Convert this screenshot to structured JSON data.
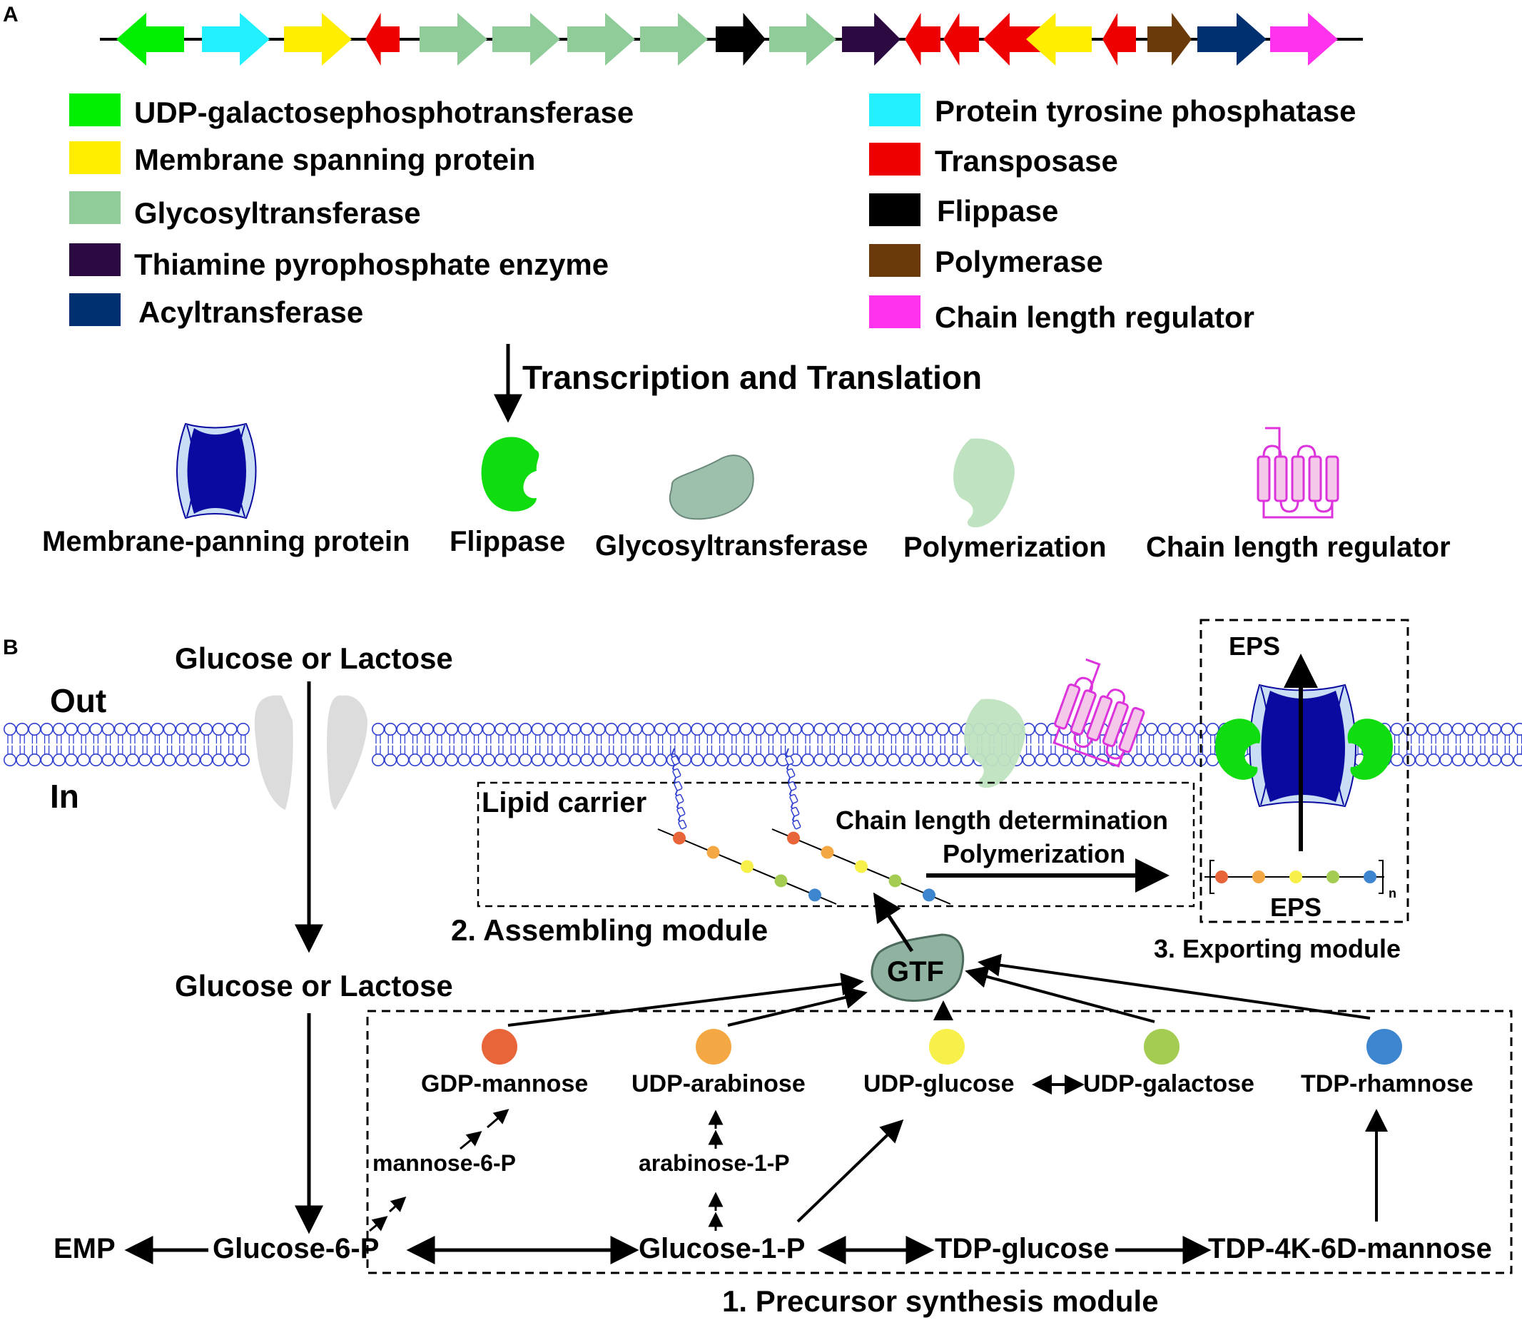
{
  "panel_a": {
    "label": "A",
    "gene_cluster": [
      "green",
      "cyan",
      "yellow",
      "red",
      "lightgreen",
      "lightgreen",
      "lightgreen",
      "lightgreen",
      "black",
      "lightgreen",
      "purple",
      "red",
      "red",
      "red",
      "yellow",
      "red",
      "brown",
      "navy",
      "magenta"
    ],
    "legend_left": [
      {
        "label": "UDP-galactosephosphotransferase",
        "color": "#00ee00"
      },
      {
        "label": "Membrane spanning protein",
        "color": "#ffee00"
      },
      {
        "label": "Glycosyltransferase",
        "color": "#8fcc9a"
      },
      {
        "label": "Thiamine pyrophosphate enzyme",
        "color": "#2a0a40"
      },
      {
        "label": "Acyltransferase",
        "color": "#003070"
      }
    ],
    "legend_right": [
      {
        "label": "Protein tyrosine phosphatase",
        "color": "#22f0ff"
      },
      {
        "label": "Transposase",
        "color": "#ee0000"
      },
      {
        "label": "Flippase",
        "color": "#000000"
      },
      {
        "label": "Polymerase",
        "color": "#6a3a0a"
      },
      {
        "label": "Chain length regulator",
        "color": "#ff33ee"
      }
    ],
    "arrow_label": "Transcription and Translation",
    "proteins": [
      "Membrane-panning protein",
      "Flippase",
      "Glycosyltransferase",
      "Polymerization",
      "Chain length regulator"
    ]
  },
  "panel_b": {
    "label": "B",
    "out_label": "Out",
    "in_label": "In",
    "sugar_top": "Glucose or Lactose",
    "sugar_bottom": "Glucose or Lactose",
    "lipid_carrier": "Lipid carrier",
    "chain_length": "Chain length determination",
    "polymerization": "Polymerization",
    "assembling_module": "2. Assembling module",
    "eps_top": "EPS",
    "eps_bottom": "EPS",
    "n_sub": "n",
    "exporting_module": "3. Exporting module",
    "gtf": "GTF",
    "nucleotide_sugars": [
      {
        "label": "GDP-mannose",
        "color": "#e8653a"
      },
      {
        "label": "UDP-arabinose",
        "color": "#f4a843"
      },
      {
        "label": "UDP-glucose",
        "color": "#f8f04a"
      },
      {
        "label": "UDP-galactose",
        "color": "#a5cc52"
      },
      {
        "label": "TDP-rhamnose",
        "color": "#3d86cf"
      }
    ],
    "intermediates": {
      "mannose6p": "mannose-6-P",
      "arabinose1p": "arabinose-1-P"
    },
    "bottom_row": {
      "emp": "EMP",
      "glucose6p": "Glucose-6-P",
      "glucose1p": "Glucose-1-P",
      "tdpglucose": "TDP-glucose",
      "tdp4k6d": "TDP-4K-6D-mannose"
    },
    "precursor_module": "1. Precursor synthesis module"
  },
  "colors": {
    "membrane": "#3040d0",
    "transporter_dark": "#0a0aa0",
    "transporter_light": "#c9ddf4",
    "flippase": "#10dd10",
    "glycosyltransferase": "#8fb3a0",
    "polymerase": "#bfe3c0",
    "regulator": "#dd33dd",
    "regulator_fill": "#f3c8e8",
    "permease": "#dcdcdc"
  }
}
